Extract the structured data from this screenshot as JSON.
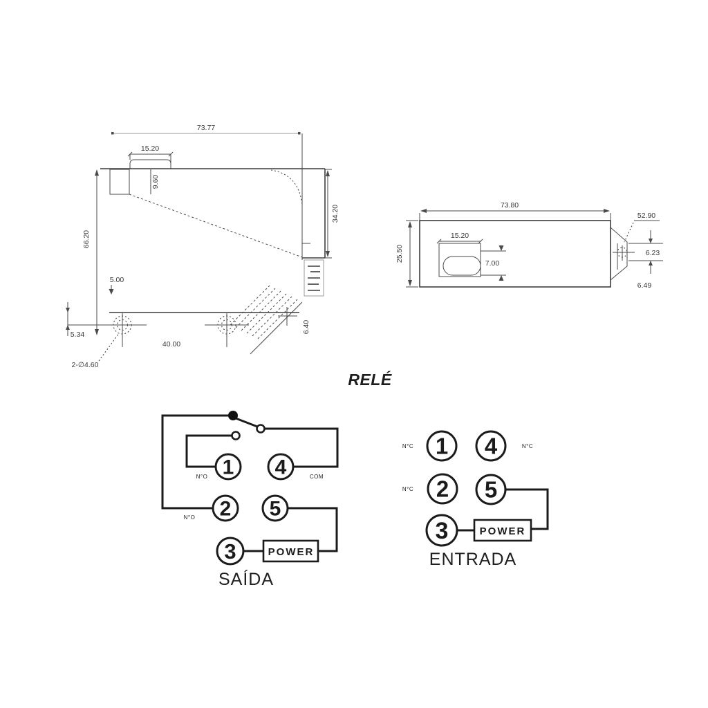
{
  "title": "RELÉ",
  "drawing_front": {
    "name": "front view with pins",
    "dims": {
      "width": "73.77",
      "tab_width": "15.20",
      "tab_depth": "9.60",
      "height": "66.20",
      "depth": "34.20",
      "pin_length": "5.00",
      "hole_edge": "5.34",
      "hole_spacing": "40.00",
      "holes_note": "2-∅4.60",
      "pin_row": "6.40"
    }
  },
  "drawing_bottom": {
    "name": "bottom view with flange",
    "dims": {
      "width": "73.80",
      "bracket_ref": "52.90",
      "depth": "25.50",
      "slot_width": "15.20",
      "slot_height": "7.00",
      "bracket_hole": "6.23",
      "bracket_depth": "6.49"
    }
  },
  "output_circuit": {
    "label": "SAÍDA",
    "power_label": "POWER",
    "pins": [
      "1",
      "4",
      "2",
      "5",
      "3"
    ],
    "labels": {
      "no1": "N°O",
      "no2": "N°O",
      "com": "COM"
    }
  },
  "input_circuit": {
    "label": "ENTRADA",
    "power_label": "POWER",
    "pins": [
      "1",
      "4",
      "2",
      "5",
      "3"
    ],
    "labels": {
      "nc1": "N°C",
      "nc2": "N°C",
      "nc4": "N°C"
    }
  }
}
